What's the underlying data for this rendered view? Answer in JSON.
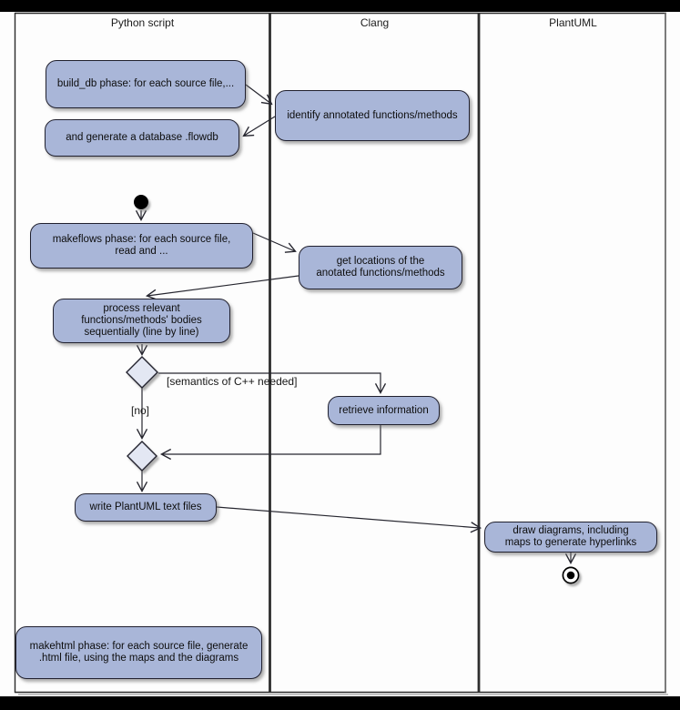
{
  "lanes": [
    {
      "label": "Python script"
    },
    {
      "label": "Clang"
    },
    {
      "label": "PlantUML"
    }
  ],
  "nodes": {
    "build_db": {
      "lines": [
        "build_db phase: for each source file,..."
      ]
    },
    "identify": {
      "lines": [
        "identify annotated functions/methods"
      ]
    },
    "and_generate": {
      "lines": [
        "and generate a database .flowdb"
      ]
    },
    "makeflows": {
      "lines": [
        "makeflows phase: for each source file,",
        "read and ..."
      ]
    },
    "get_locations": {
      "lines": [
        "get locations of the",
        "anotated functions/methods"
      ]
    },
    "process": {
      "lines": [
        "process relevant",
        "functions/methods' bodies",
        "sequentially (line by line)"
      ]
    },
    "retrieve": {
      "lines": [
        "retrieve information"
      ]
    },
    "write": {
      "lines": [
        "write PlantUML text files"
      ]
    },
    "draw": {
      "lines": [
        "draw diagrams, including",
        "maps to generate hyperlinks"
      ]
    },
    "makehtml": {
      "lines": [
        "makehtml phase: for each source file, generate",
        ".html file, using the maps and the diagrams"
      ]
    }
  },
  "edge_labels": {
    "semantics": "[semantics of C++ needed]",
    "no": "[no]"
  },
  "colors": {
    "node_fill": "#a9b6d8",
    "node_border": "#20202e",
    "diamond_fill": "#e3e7f3",
    "line": "#26262f",
    "letterbox": "#000000"
  }
}
